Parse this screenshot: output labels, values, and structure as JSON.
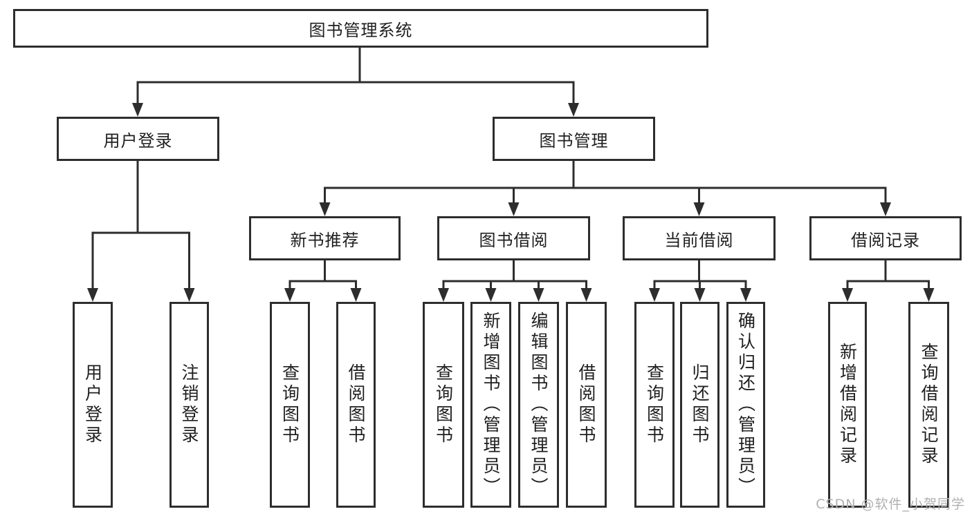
{
  "diagram": {
    "type": "hierarchy",
    "title": "图书管理系统",
    "colors": {
      "background": "#ffffff",
      "line": "#2d2d2d",
      "box_border": "#2d2d2d",
      "text": "#1f1f1f",
      "watermark": "#b0b0b0"
    },
    "nodes": {
      "root": "图书管理系统",
      "user_login": "用户登录",
      "book_management": "图书管理",
      "new_book_recommend": "新书推荐",
      "book_borrowing": "图书借阅",
      "current_borrowing": "当前借阅",
      "borrowing_records": "借阅记录",
      "ul_user_login": "用户登录",
      "ul_logout": "注销登录",
      "nr_query_books": "查询图书",
      "nr_borrow_books": "借阅图书",
      "bb_query_books": "查询图书",
      "bb_add_books": "新增图书（管理员）",
      "bb_edit_books": "编辑图书（管理员）",
      "bb_borrow_books": "借阅图书",
      "cb_query_books": "查询图书",
      "cb_return_books": "归还图书",
      "cb_confirm_return": "确认归还（管理员）",
      "br_add_record": "新增借阅记录",
      "br_query_record": "查询借阅记录"
    },
    "hierarchy": {
      "图书管理系统": {
        "用户登录": [
          "用户登录",
          "注销登录"
        ],
        "图书管理": {
          "新书推荐": [
            "查询图书",
            "借阅图书"
          ],
          "图书借阅": [
            "查询图书",
            "新增图书（管理员）",
            "编辑图书（管理员）",
            "借阅图书"
          ],
          "当前借阅": [
            "查询图书",
            "归还图书",
            "确认归还（管理员）"
          ],
          "借阅记录": [
            "新增借阅记录",
            "查询借阅记录"
          ]
        }
      }
    },
    "watermark": "CSDN @软件_小贺同学"
  }
}
